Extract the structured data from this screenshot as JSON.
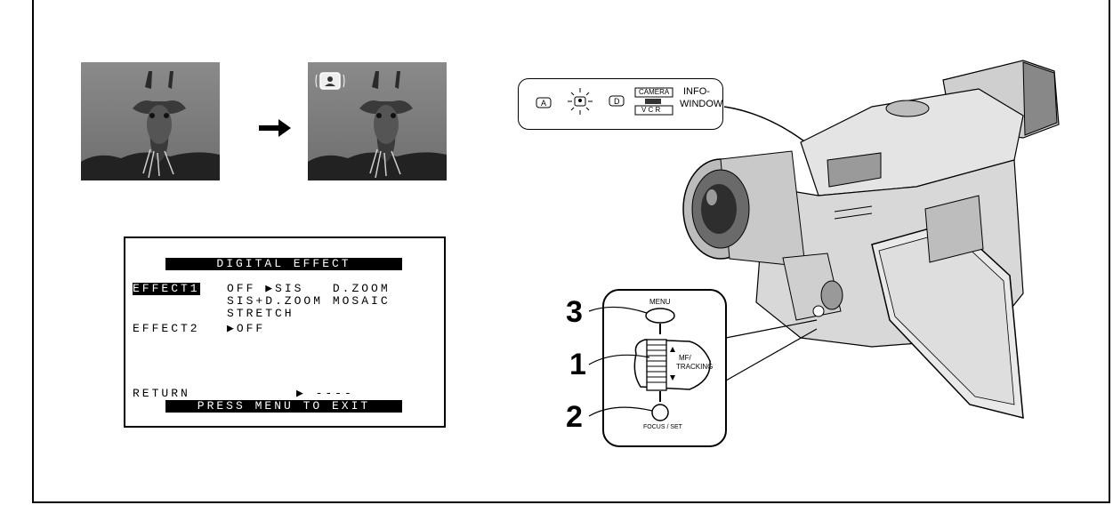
{
  "menu": {
    "title": "DIGITAL EFFECT",
    "effect1_label": "EFFECT1",
    "effect1_line1": "OFF ▶SIS   D.ZOOM",
    "effect1_line2": "SIS+D.ZOOM MOSAIC",
    "effect1_line3": "STRETCH",
    "effect2_label": "EFFECT2",
    "effect2_value": "▶OFF",
    "return_label": "RETURN",
    "return_value": "▶ ----",
    "footer": "PRESS MENU TO EXIT"
  },
  "info_panel": {
    "mode_a": "A",
    "mode_d": "D",
    "camera_label": "CAMERA",
    "vcr_label": "V C R",
    "info_window_label_1": "INFO-",
    "info_window_label_2": "WINDOW"
  },
  "controls": {
    "num_3": "3",
    "num_1": "1",
    "num_2": "2",
    "menu_label": "MENU",
    "mf_label": "MF/",
    "tracking_label": "TRACKING",
    "focus_set_label": "FOCUS / SET"
  }
}
